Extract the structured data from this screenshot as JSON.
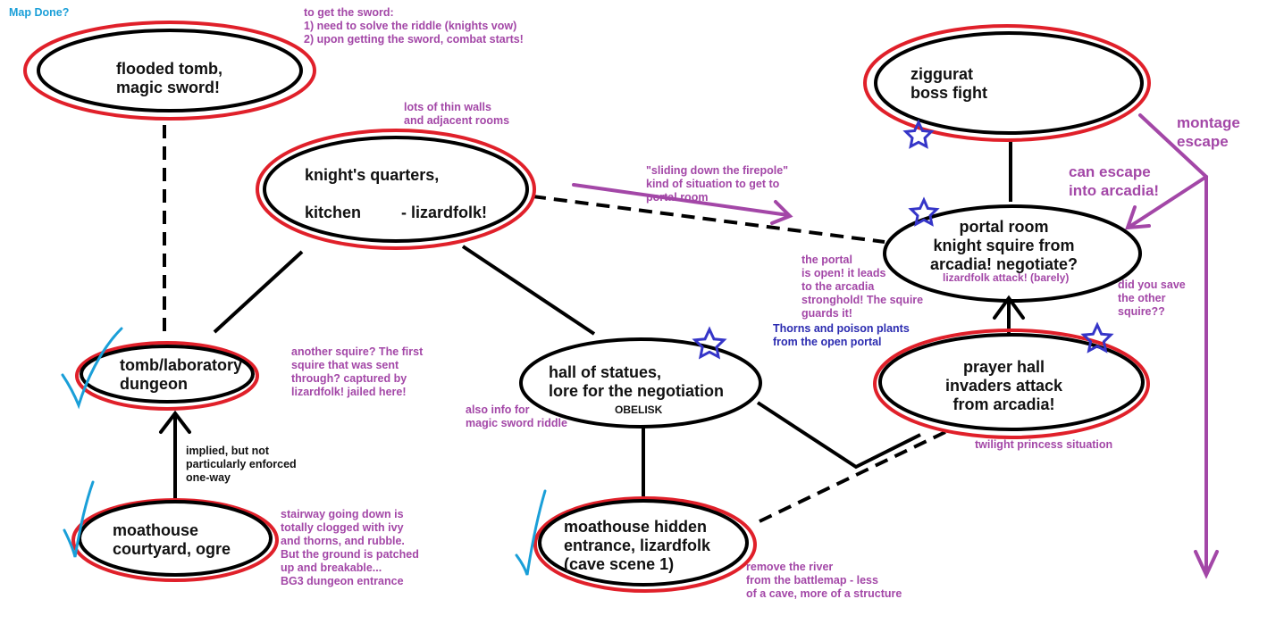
{
  "diagram": {
    "title": "Map Done?",
    "colors": {
      "ink": "#000000",
      "ring": "#e0202a",
      "note": "#a347a7",
      "blue_note": "#2b2bb0",
      "check": "#1a9fd8",
      "star": "#3535c8"
    },
    "nodes": {
      "flooded_tomb": "flooded tomb,\nmagic sword!",
      "knights_quarters": "knight's quarters,\n\nkitchen         - lizardfolk!",
      "tomb_lab": "tomb/laboratory\ndungeon",
      "hall_statues": "hall of statues,\nlore for the negotiation",
      "hall_statues_sub": "OBELISK",
      "moathouse_courtyard": "moathouse\ncourtyard, ogre",
      "moathouse_hidden": "moathouse hidden\nentrance, lizardfolk\n(cave scene 1)",
      "ziggurat": "ziggurat\nboss fight",
      "portal_room": "portal room\nknight squire from\narcadia! negotiate?",
      "portal_room_sub": "lizardfolk attack! (barely)",
      "prayer_hall": "prayer hall\ninvaders attack\nfrom arcadia!"
    },
    "notes": {
      "sword": "to get the sword:\n1) need to solve the riddle (knights vow)\n2) upon getting the sword, combat starts!",
      "thin_walls": "lots of thin walls\nand adjacent rooms",
      "firepole": "\"sliding down the firepole\"\nkind of situation to get to\nportal room",
      "montage": "montage\nescape",
      "escape": "can escape\ninto arcadia!",
      "portal_open": "the portal\nis open! it leads\nto the arcadia\nstronghold! The squire\nguards it!",
      "thorns": "Thorns and poison plants\nfrom the open portal",
      "other_squire": "did you save\nthe other\nsquire??",
      "another_squire": "another squire? The first\nsquire that was sent\nthrough? captured by\nlizardfolk! jailed here!",
      "riddle_info": "also info for\nmagic sword riddle",
      "one_way": "implied, but not\nparticularly enforced\none-way",
      "stairway": "stairway going down is\ntotally clogged with ivy\nand thorns, and rubble.\nBut the ground is patched\nup and breakable...\nBG3 dungeon entrance",
      "twilight": "twilight princess situation",
      "river": "remove the river\nfrom the battlemap - less\nof a cave, more of a structure"
    }
  }
}
